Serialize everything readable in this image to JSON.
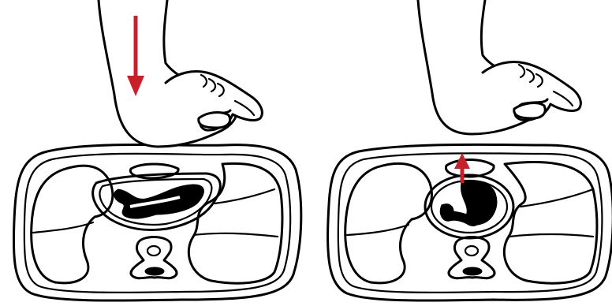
{
  "panels": [
    {
      "id": "compression",
      "arrow": {
        "direction": "down",
        "color": "#c8202a"
      }
    },
    {
      "id": "recoil",
      "arrow": {
        "direction": "up",
        "color": "#c8202a"
      }
    }
  ],
  "colors": {
    "line": "#000000",
    "background": "#ffffff",
    "arrow": "#c8202a"
  }
}
